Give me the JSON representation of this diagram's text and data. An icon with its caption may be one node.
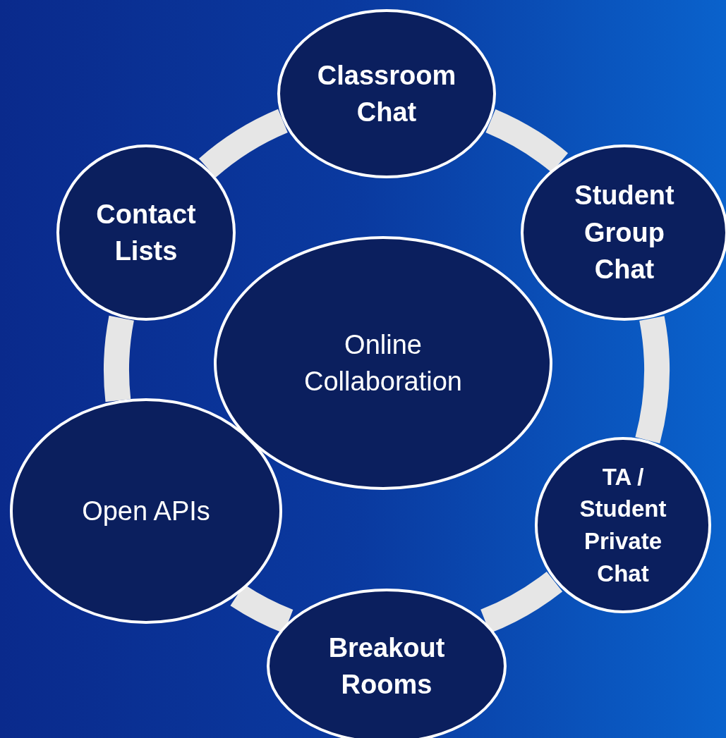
{
  "diagram": {
    "nodes": [
      {
        "text": [
          "Classroom Chat"
        ]
      },
      {
        "text": [
          "Contact Lists"
        ]
      },
      {
        "text": [
          "Student Group Chat"
        ]
      },
      {
        "text": [
          "Online Collaboration"
        ]
      },
      {
        "text": [
          "Open APIs"
        ]
      },
      {
        "text": [
          "TA / Student Private Chat"
        ]
      },
      {
        "text": [
          "Breakout Rooms"
        ]
      }
    ],
    "edges": [
      {
        "from": 0,
        "to": 2,
        "arrow": "none"
      },
      {
        "from": 2,
        "to": 5,
        "arrow": "none"
      },
      {
        "from": 5,
        "to": 6,
        "arrow": "none"
      },
      {
        "from": 6,
        "to": 4,
        "arrow": "none"
      },
      {
        "from": 4,
        "to": 1,
        "arrow": "none"
      },
      {
        "from": 1,
        "to": 0,
        "arrow": "none"
      }
    ]
  }
}
